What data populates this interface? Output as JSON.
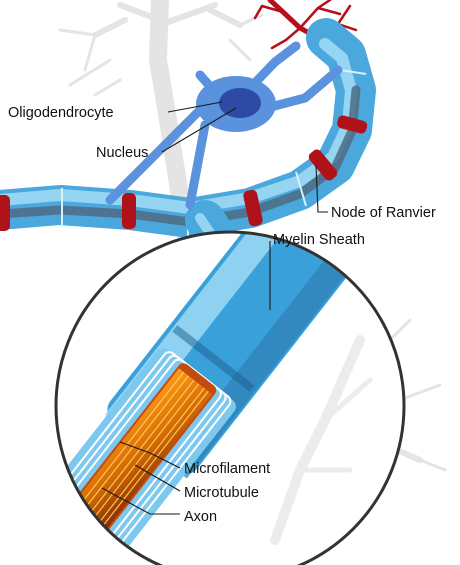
{
  "labels": {
    "oligodendrocyte": "Oligodendrocyte",
    "nucleus": "Nucleus",
    "node_of_ranvier": "Node of Ranvier",
    "myelin_sheath": "Myelin Sheath",
    "microfilament": "Microfilament",
    "microtubule": "Microtubule",
    "axon": "Axon"
  },
  "colors": {
    "myelin": "#4aa8dc",
    "myelin_light": "#8fd0f0",
    "myelin_dark": "#2d7fb4",
    "axon_core": "#5a6e80",
    "node": "#b01219",
    "oligodendrocyte": "#5a92dd",
    "nucleus": "#2e4aa4",
    "background_neuron": "#e3e3e3",
    "dendrite_red": "#b50f19",
    "magnifier_ring": "#333333"
  }
}
